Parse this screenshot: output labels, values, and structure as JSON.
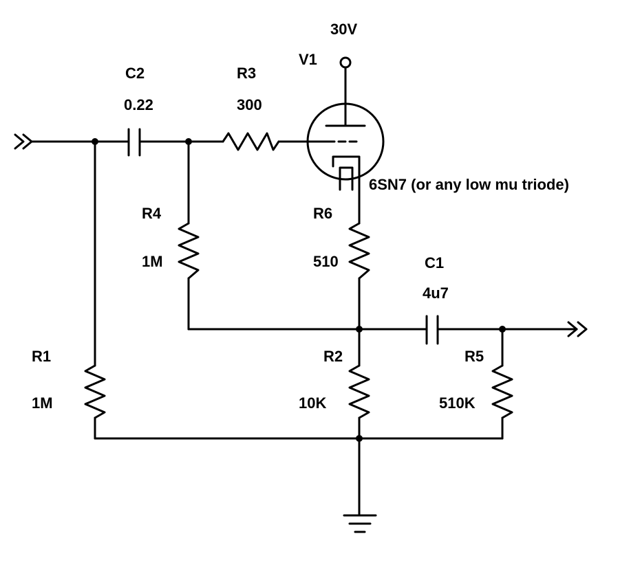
{
  "labels": {
    "supply": "30V",
    "tube_ref": "V1",
    "tube_type": "6SN7 (or any low mu triode)",
    "c2_ref": "C2",
    "c2_val": "0.22",
    "r3_ref": "R3",
    "r3_val": "300",
    "r4_ref": "R4",
    "r4_val": "1M",
    "r6_ref": "R6",
    "r6_val": "510",
    "c1_ref": "C1",
    "c1_val": "4u7",
    "r1_ref": "R1",
    "r1_val": "1M",
    "r2_ref": "R2",
    "r2_val": "10K",
    "r5_ref": "R5",
    "r5_val": "510K"
  },
  "colors": {
    "ink": "#000000",
    "background": "#ffffff"
  }
}
